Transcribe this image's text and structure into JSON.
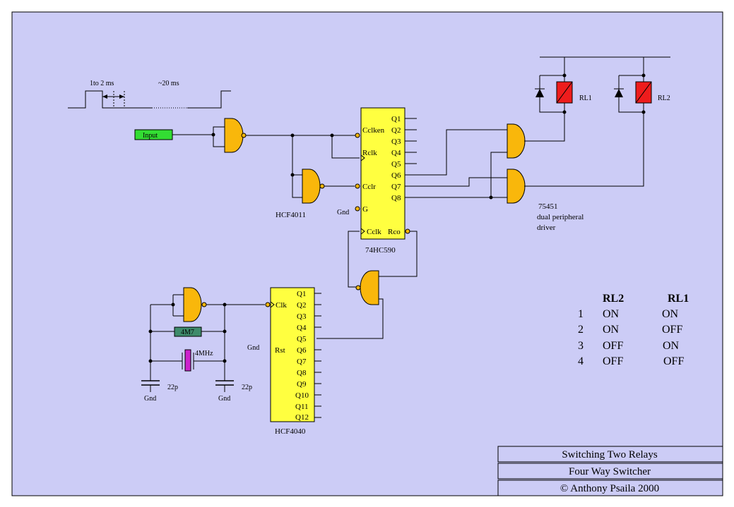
{
  "colors": {
    "background": "#ccccf6",
    "gate": "#f9b70b",
    "ic": "#ffff40",
    "input_box": "#33dd33",
    "relay": "#ee1c1c",
    "resistor": "#3e8b6b",
    "crystal": "#cc22cc"
  },
  "timing": {
    "pulse_width": "1to 2 ms",
    "period": "~20 ms"
  },
  "input_label": "Input",
  "chips": {
    "hcf4011": "HCF4011",
    "ic74hc590": "74HC590",
    "hcf4040": "HCF4040",
    "driver_line1": "75451",
    "driver_line2": "dual peripheral",
    "driver_line3": "driver"
  },
  "pins_590": {
    "cclken": "Cclken",
    "rclk": "Rclk",
    "cclr": "Cclr",
    "g": "G",
    "cclk": "Cclk",
    "rco": "Rco",
    "outputs": [
      "Q1",
      "Q2",
      "Q3",
      "Q4",
      "Q5",
      "Q6",
      "Q7",
      "Q8"
    ]
  },
  "pins_4040": {
    "clk": "Clk",
    "rst": "Rst",
    "outputs": [
      "Q1",
      "Q2",
      "Q3",
      "Q4",
      "Q5",
      "Q6",
      "Q7",
      "Q8",
      "Q9",
      "Q10",
      "Q11",
      "Q12"
    ]
  },
  "gnd": "Gnd",
  "components": {
    "resistor": "4M7",
    "crystal": "4MHz",
    "cap_left": "22p",
    "cap_right": "22p"
  },
  "relays": [
    "RL1",
    "RL2"
  ],
  "truth_table": {
    "headers": [
      "RL2",
      "RL1"
    ],
    "rows": [
      {
        "n": "1",
        "rl2": "ON",
        "rl1": "ON"
      },
      {
        "n": "2",
        "rl2": "ON",
        "rl1": "OFF"
      },
      {
        "n": "3",
        "rl2": "OFF",
        "rl1": "ON"
      },
      {
        "n": "4",
        "rl2": "OFF",
        "rl1": "OFF"
      }
    ]
  },
  "title_block": {
    "line1": "Switching Two Relays",
    "line2": "Four Way Switcher",
    "line3": "© Anthony Psaila 2000"
  }
}
